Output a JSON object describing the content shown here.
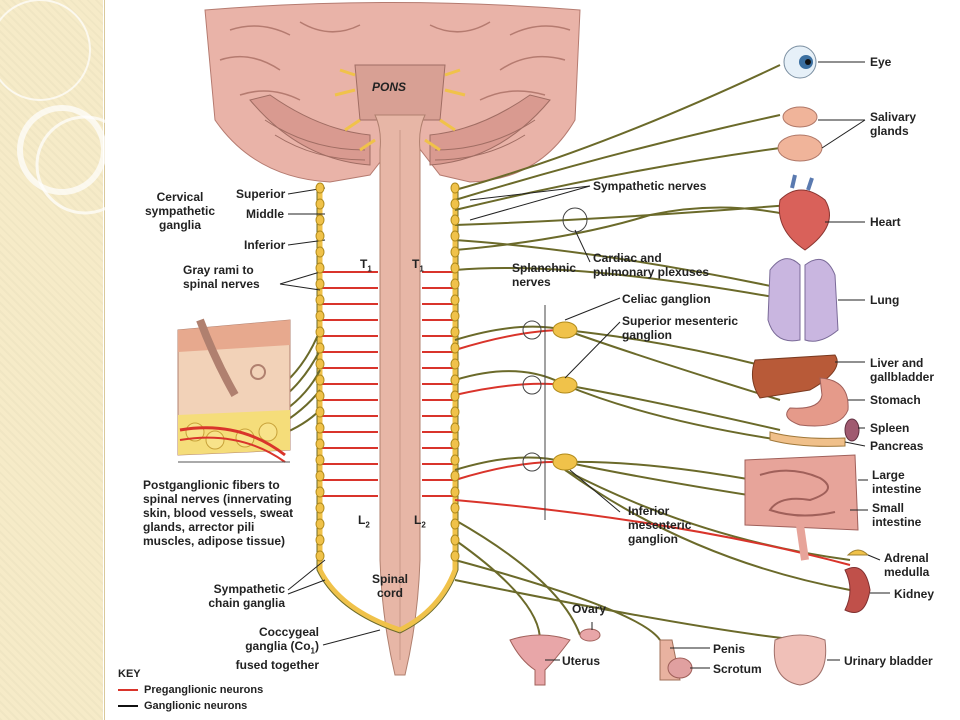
{
  "labels": {
    "pons": "PONS",
    "cervical_ganglia": "Cervical\nsympathetic\nganglia",
    "superior": "Superior",
    "middle": "Middle",
    "inferior": "Inferior",
    "gray_rami": "Gray rami to\nspinal nerves",
    "t1_left": "T",
    "t1_right": "T",
    "t1_sub": "1",
    "l2_left": "L",
    "l2_right": "L",
    "l2_sub": "2",
    "sympathetic_nerves": "Sympathetic nerves",
    "cardiac_plexuses": "Cardiac and\npulmonary plexuses",
    "splanchnic": "Splanchnic\nnerves",
    "celiac": "Celiac ganglion",
    "sup_mesenteric": "Superior mesenteric\nganglion",
    "inf_mesenteric": "Inferior\nmesenteric\nganglion",
    "postganglionic": "Postganglionic fibers to\nspinal nerves (innervating\nskin, blood vessels, sweat\nglands, arrector pili\nmuscles, adipose tissue)",
    "chain_ganglia": "Sympathetic\nchain ganglia",
    "coccygeal": "Coccygeal\nganglia (Co",
    "coccygeal_sub": "1",
    "coccygeal_end": ")\nfused together",
    "spinal_cord": "Spinal\ncord",
    "eye": "Eye",
    "salivary": "Salivary\nglands",
    "heart": "Heart",
    "lung": "Lung",
    "liver": "Liver and\ngallbladder",
    "stomach": "Stomach",
    "spleen": "Spleen",
    "pancreas": "Pancreas",
    "large_intestine": "Large\nintestine",
    "small_intestine": "Small\nintestine",
    "adrenal": "Adrenal\nmedulla",
    "kidney": "Kidney",
    "ovary": "Ovary",
    "uterus": "Uterus",
    "penis": "Penis",
    "scrotum": "Scrotum",
    "bladder": "Urinary bladder"
  },
  "key": {
    "title": "KEY",
    "preganglionic": "Preganglionic neurons",
    "ganglionic": "Ganglionic neurons",
    "preganglionic_color": "#d9342b",
    "ganglionic_color": "#111111"
  },
  "colors": {
    "sidebar": "#f6ebc8",
    "brain": "#e9b3a8",
    "cord": "#e7b6a6",
    "nerve": "#6b6a2a",
    "ganglion": "#f0c24a",
    "red_fiber": "#d9342b"
  }
}
